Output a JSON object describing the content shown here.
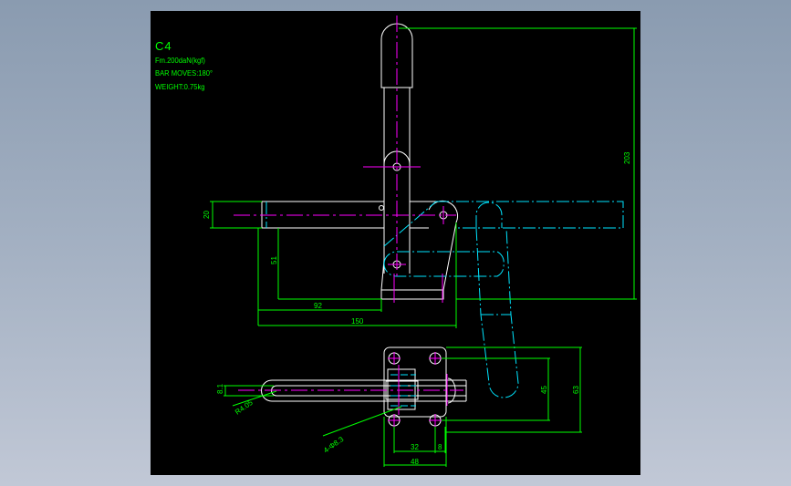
{
  "drawing": {
    "model_code": "C4",
    "specs": [
      "Fm.200daN(kgf)",
      "BAR MOVES:180°",
      "WEIGHT:0.75kg"
    ]
  },
  "dimensions": {
    "overall_height": "203",
    "bar_width": "20",
    "pivot_height": "51",
    "base_to_pivot": "92",
    "overall_length": "150",
    "slot_width": "8.1",
    "slot_radius": "R4.05",
    "base_holes": "4-Φ8.3",
    "hole_spacing_x": "32",
    "edge_offset": "8",
    "base_width": "48",
    "hole_spacing_y": "45",
    "base_length": "63"
  },
  "colors": {
    "canvas": "#000000",
    "outline": "#ffffff",
    "dimension": "#00ff00",
    "centerline": "#ff00ff",
    "phantom": "#00e5ff"
  }
}
